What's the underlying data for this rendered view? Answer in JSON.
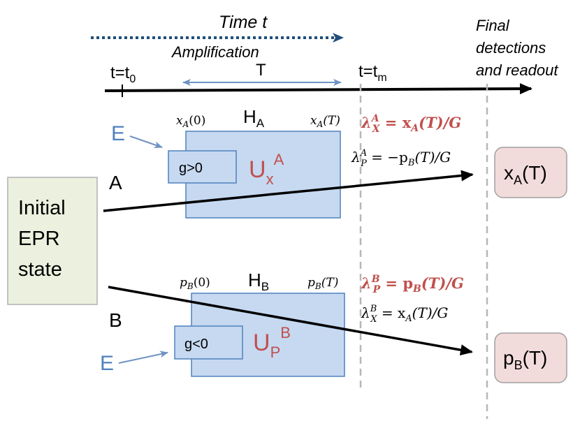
{
  "time_axis": {
    "title_prefix": "Time ",
    "title_var": "t",
    "amplification_label": "Amplification",
    "t0_label": "t=t",
    "t0_sub": "0",
    "T_label": "T",
    "tm_label": "t=t",
    "tm_sub": "m",
    "final_label_lines": [
      "Final",
      "detections",
      "and readout"
    ]
  },
  "initial_state": {
    "lines": [
      "Initial",
      "EPR",
      "state"
    ]
  },
  "branch_a": {
    "label": "A",
    "env_label": "E",
    "hamiltonian": "H",
    "hamiltonian_sub": "A",
    "start_obs": "x",
    "start_obs_sub": "A",
    "start_obs_arg": "(0)",
    "end_obs": "x",
    "end_obs_sub": "A",
    "end_obs_arg": "(T)",
    "gain_label": "g>0",
    "unitary": "U",
    "unitary_sub": "x",
    "unitary_sup": "A",
    "lambda_x": "λ",
    "lambda_x_sup": "A",
    "lambda_x_sub": "X",
    "lambda_x_rhs": " = x",
    "lambda_x_rhs_sub": "A",
    "lambda_x_rhs_tail": "(T)/G",
    "lambda_p": "λ",
    "lambda_p_sup": "A",
    "lambda_p_sub": "P",
    "lambda_p_rhs": " = −p",
    "lambda_p_rhs_sub": "B",
    "lambda_p_rhs_tail": "(T)/G",
    "readout": "x",
    "readout_sub": "A",
    "readout_tail": "(T)"
  },
  "branch_b": {
    "label": "B",
    "env_label": "E",
    "hamiltonian": "H",
    "hamiltonian_sub": "B",
    "start_obs": "p",
    "start_obs_sub": "B",
    "start_obs_arg": "(0)",
    "end_obs": "p",
    "end_obs_sub": "B",
    "end_obs_arg": "(T)",
    "gain_label": "g<0",
    "unitary": "U",
    "unitary_sub": "P",
    "unitary_sup": "B",
    "lambda_p": "λ",
    "lambda_p_sup": "B",
    "lambda_p_sub": "P",
    "lambda_p_rhs": " = p",
    "lambda_p_rhs_sub": "B",
    "lambda_p_rhs_tail": "(T)/G",
    "lambda_x": "λ",
    "lambda_x_sup": "B",
    "lambda_x_sub": "X",
    "lambda_x_rhs": " = x",
    "lambda_x_rhs_sub": "A",
    "lambda_x_rhs_tail": "(T)/G",
    "readout": "p",
    "readout_sub": "B",
    "readout_tail": "(T)"
  },
  "colors": {
    "accent_red": "#c0504d",
    "env_blue": "#4f81bd",
    "box_fill": "#c6d9f1",
    "box_stroke": "#4f81bd",
    "dotted_arrow": "#1f4e79",
    "initial_fill": "#ebf1de",
    "readout_fill": "#f2dcdb"
  }
}
